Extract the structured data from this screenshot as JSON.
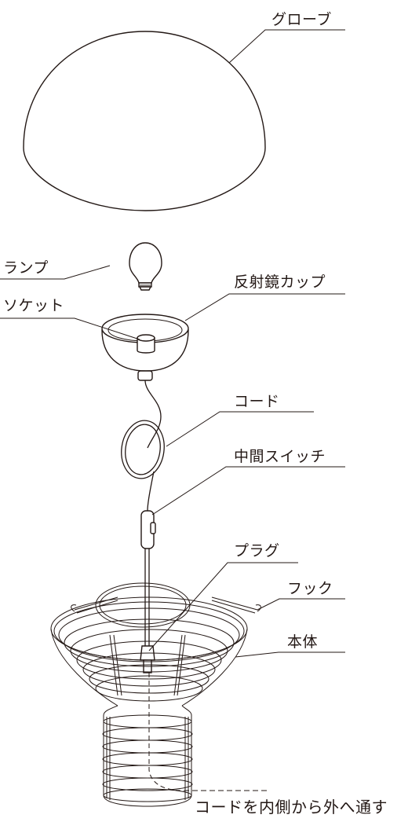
{
  "labels": {
    "globe": "グローブ",
    "lamp": "ランプ",
    "reflector_cup": "反射鏡カップ",
    "socket": "ソケット",
    "cord": "コード",
    "inline_switch": "中間スイッチ",
    "plug": "プラグ",
    "hook": "フック",
    "body": "本体",
    "cord_note": "コードを内側から外へ通す"
  }
}
